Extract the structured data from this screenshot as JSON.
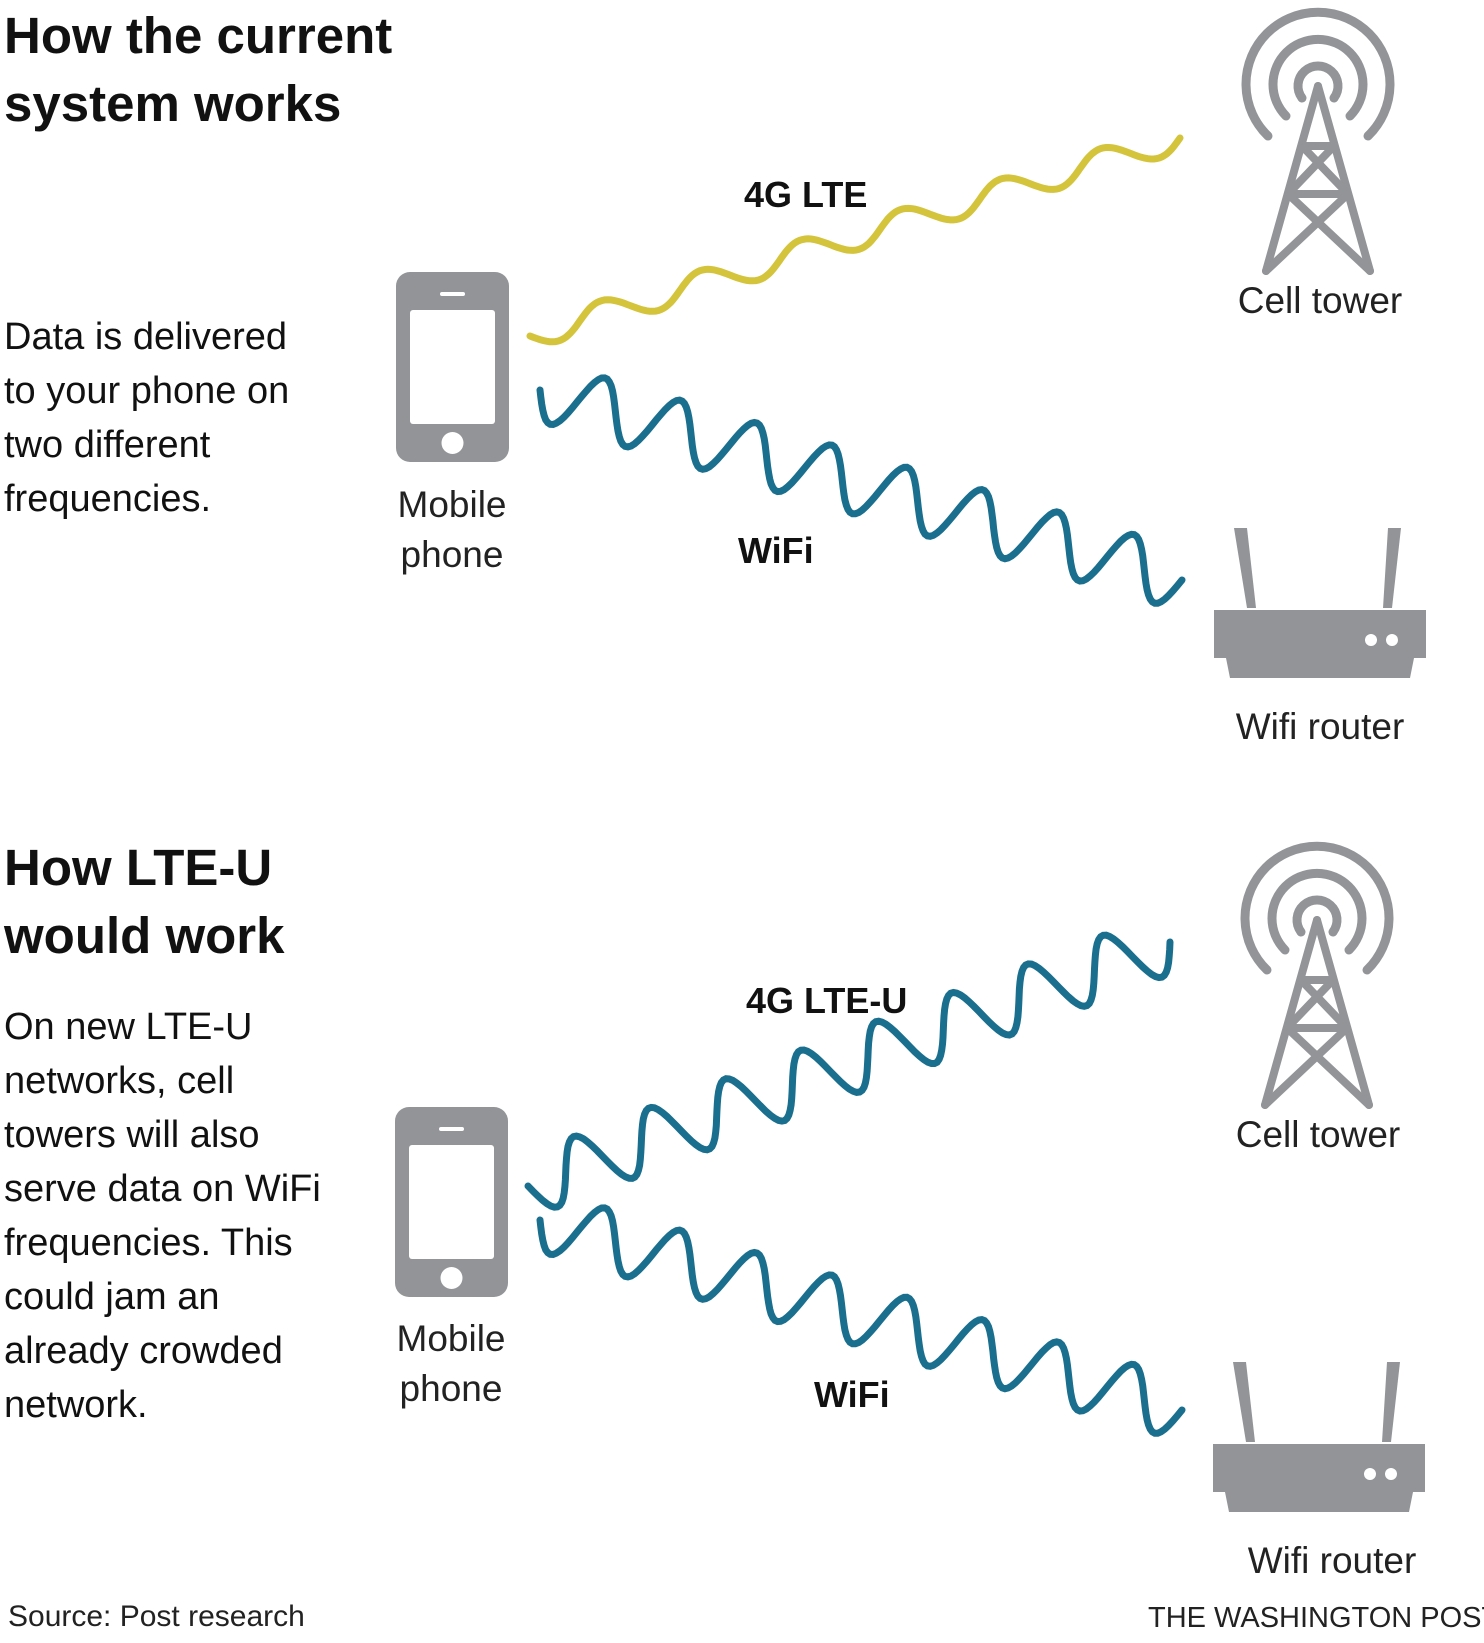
{
  "section1": {
    "heading": "How the current system works",
    "description": "Data is delivered to your phone on two different frequencies.",
    "phone_label": "Mobile phone",
    "tower_label": "Cell tower",
    "router_label": "Wifi router",
    "lte_label": "4G LTE",
    "wifi_label": "WiFi"
  },
  "section2": {
    "heading": "How LTE-U would work",
    "description": "On new LTE-U networks, cell towers will also serve data on WiFi frequencies. This could jam an already crowded network.",
    "phone_label": "Mobile phone",
    "tower_label": "Cell tower",
    "router_label": "Wifi router",
    "lte_label": "4G LTE-U",
    "wifi_label": "WiFi"
  },
  "footer": {
    "source": "Source: Post research",
    "credit": "THE WASHINGTON POST"
  },
  "colors": {
    "lte": "#d4c43c",
    "wifi": "#1a6e8e",
    "device": "#929497"
  }
}
